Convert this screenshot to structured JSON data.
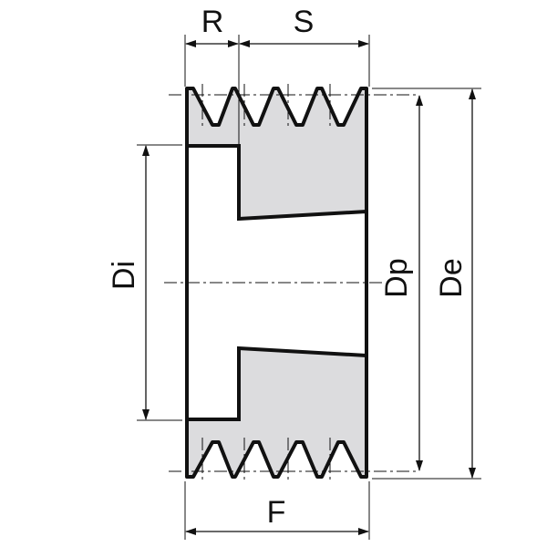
{
  "labels": {
    "R": "R",
    "S": "S",
    "Di": "Di",
    "Dp": "Dp",
    "De": "De",
    "F": "F"
  },
  "colors": {
    "body_fill": "#dcdcde",
    "outline": "#111111"
  },
  "groove_count": 4
}
